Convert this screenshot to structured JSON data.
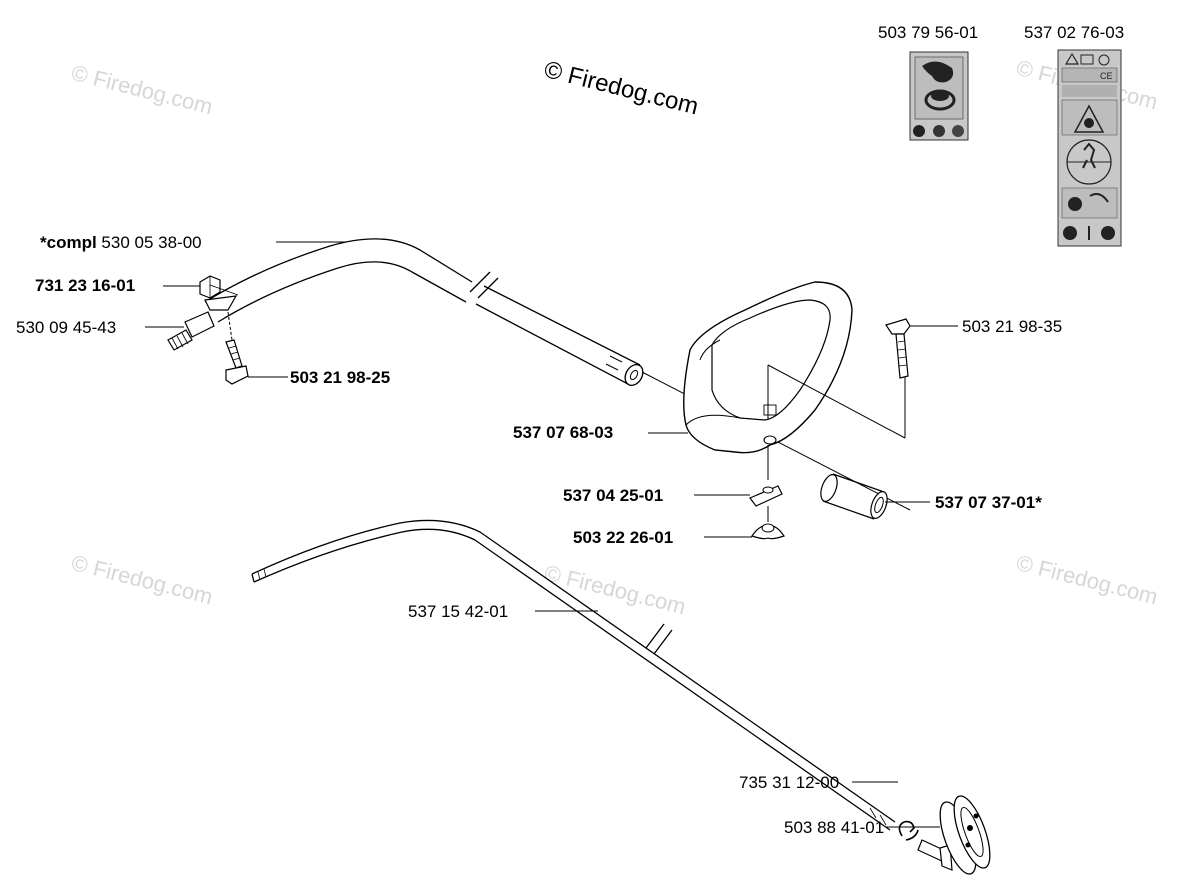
{
  "watermark": {
    "main": "© Firedog.com",
    "faint": "© Firedog.com"
  },
  "decals": [
    {
      "part_no": "503 79 56-01"
    },
    {
      "part_no": "537 02 76-03"
    }
  ],
  "callouts": {
    "compl_prefix": "*compl",
    "compl_no": "530 05 38-00",
    "p731": "731 23 16-01",
    "p530_09": "530 09 45-43",
    "p503_21_25": "503 21 98-25",
    "p503_21_35": "503 21 98-35",
    "p537_07_68": "537 07 68-03",
    "p537_04_25": "537 04 25-01",
    "p537_07_37": "537 07 37-01*",
    "p503_22_26": "503 22 26-01",
    "p537_15_42": "537 15 42-01",
    "p735": "735 31 12-00",
    "p503_88": "503 88 41-01"
  }
}
